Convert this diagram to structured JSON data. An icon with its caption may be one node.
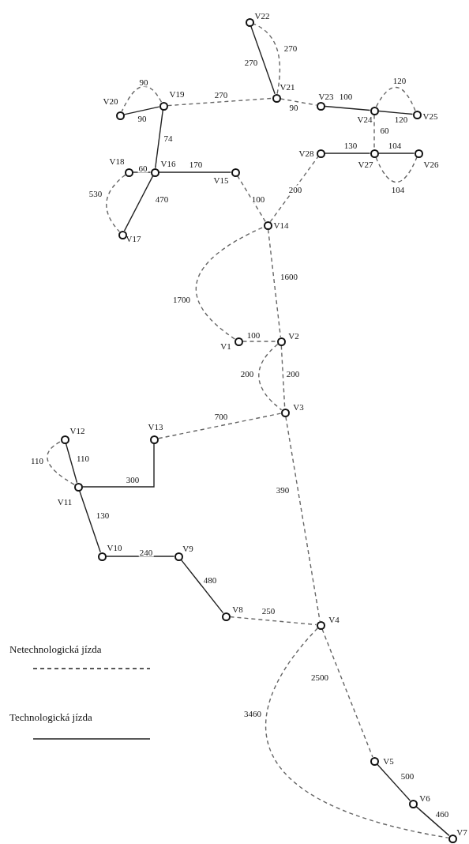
{
  "diagram": {
    "nodes": [
      {
        "text": [],
        "shape": "circle",
        "beside": [
          "V1"
        ]
      },
      {
        "text": [],
        "shape": "circle",
        "beside": [
          "V2"
        ]
      },
      {
        "text": [],
        "shape": "circle",
        "beside": [
          "V3"
        ]
      },
      {
        "text": [],
        "shape": "circle",
        "beside": [
          "V4"
        ]
      },
      {
        "text": [],
        "shape": "circle",
        "beside": [
          "V5"
        ]
      },
      {
        "text": [],
        "shape": "circle",
        "beside": [
          "V6"
        ]
      },
      {
        "text": [],
        "shape": "circle",
        "beside": [
          "V7"
        ]
      },
      {
        "text": [],
        "shape": "circle",
        "beside": [
          "V8"
        ]
      },
      {
        "text": [],
        "shape": "circle",
        "beside": [
          "V9"
        ]
      },
      {
        "text": [],
        "shape": "circle",
        "beside": [
          "V10"
        ]
      },
      {
        "text": [],
        "shape": "circle",
        "beside": [
          "V11"
        ]
      },
      {
        "text": [],
        "shape": "circle",
        "beside": [
          "V12"
        ]
      },
      {
        "text": [],
        "shape": "circle",
        "beside": [
          "V13"
        ]
      },
      {
        "text": [],
        "shape": "circle",
        "beside": [
          "V14"
        ]
      },
      {
        "text": [],
        "shape": "circle",
        "beside": [
          "V15"
        ]
      },
      {
        "text": [],
        "shape": "circle",
        "beside": [
          "V16"
        ]
      },
      {
        "text": [],
        "shape": "circle",
        "beside": [
          "V17"
        ]
      },
      {
        "text": [],
        "shape": "circle",
        "beside": [
          "V18"
        ]
      },
      {
        "text": [],
        "shape": "circle",
        "beside": [
          "V19"
        ]
      },
      {
        "text": [],
        "shape": "circle",
        "beside": [
          "V20"
        ]
      },
      {
        "text": [],
        "shape": "circle",
        "beside": [
          "V21"
        ]
      },
      {
        "text": [],
        "shape": "circle",
        "beside": [
          "V22"
        ]
      },
      {
        "text": [],
        "shape": "circle",
        "beside": [
          "V23"
        ]
      },
      {
        "text": [],
        "shape": "circle",
        "beside": [
          "V24"
        ]
      },
      {
        "text": [],
        "shape": "circle",
        "beside": [
          "V25"
        ]
      },
      {
        "text": [],
        "shape": "circle",
        "beside": [
          "V26"
        ]
      },
      {
        "text": [],
        "shape": "circle",
        "beside": [
          "V27"
        ]
      },
      {
        "text": [],
        "shape": "circle",
        "beside": [
          "V28"
        ]
      }
    ],
    "edges": [
      {
        "from": 0,
        "to": 1,
        "arrow": "none",
        "label": "100",
        "style": "dashed"
      },
      {
        "from": 0,
        "to": 13,
        "arrow": "none",
        "label": "1700",
        "style": "dashed"
      },
      {
        "from": 13,
        "to": 1,
        "arrow": "none",
        "label": "1600",
        "style": "dashed"
      },
      {
        "from": 1,
        "to": 2,
        "arrow": "none",
        "label": "200",
        "style": "dashed"
      },
      {
        "from": 1,
        "to": 2,
        "arrow": "none",
        "label": "200",
        "style": "dashed"
      },
      {
        "from": 2,
        "to": 12,
        "arrow": "none",
        "label": "700",
        "style": "dashed"
      },
      {
        "from": 2,
        "to": 3,
        "arrow": "none",
        "label": "390",
        "style": "dashed"
      },
      {
        "from": 10,
        "to": 12,
        "arrow": "none",
        "label": "300"
      },
      {
        "from": 10,
        "to": 11,
        "arrow": "none",
        "label": "110"
      },
      {
        "from": 10,
        "to": 11,
        "arrow": "none",
        "label": "110",
        "style": "dashed"
      },
      {
        "from": 10,
        "to": 9,
        "arrow": "none",
        "label": "130"
      },
      {
        "from": 9,
        "to": 8,
        "arrow": "none",
        "label": "240"
      },
      {
        "from": 8,
        "to": 7,
        "arrow": "none",
        "label": "480"
      },
      {
        "from": 7,
        "to": 3,
        "arrow": "none",
        "label": "250",
        "style": "dashed"
      },
      {
        "from": 3,
        "to": 4,
        "arrow": "none",
        "label": "2500",
        "style": "dashed"
      },
      {
        "from": 3,
        "to": 6,
        "arrow": "none",
        "label": "3460",
        "style": "dashed"
      },
      {
        "from": 4,
        "to": 5,
        "arrow": "none",
        "label": "500"
      },
      {
        "from": 5,
        "to": 6,
        "arrow": "none",
        "label": "460"
      },
      {
        "from": 13,
        "to": 14,
        "arrow": "none",
        "label": "100",
        "style": "dashed"
      },
      {
        "from": 13,
        "to": 27,
        "arrow": "none",
        "label": "200",
        "style": "dashed"
      },
      {
        "from": 14,
        "to": 15,
        "arrow": "none",
        "label": "170"
      },
      {
        "from": 15,
        "to": 17,
        "arrow": "none",
        "label": "60"
      },
      {
        "from": 17,
        "to": 16,
        "arrow": "none",
        "label": "530",
        "style": "dashed"
      },
      {
        "from": 15,
        "to": 16,
        "arrow": "none",
        "label": "470"
      },
      {
        "from": 15,
        "to": 18,
        "arrow": "none",
        "label": "74"
      },
      {
        "from": 18,
        "to": 19,
        "arrow": "none",
        "label": "90"
      },
      {
        "from": 18,
        "to": 19,
        "arrow": "none",
        "label": "90",
        "style": "dashed"
      },
      {
        "from": 18,
        "to": 20,
        "arrow": "none",
        "label": "270",
        "style": "dashed"
      },
      {
        "from": 20,
        "to": 21,
        "arrow": "none",
        "label": "270"
      },
      {
        "from": 20,
        "to": 21,
        "arrow": "none",
        "label": "270",
        "style": "dashed"
      },
      {
        "from": 20,
        "to": 22,
        "arrow": "none",
        "label": "90",
        "style": "dashed"
      },
      {
        "from": 22,
        "to": 23,
        "arrow": "none",
        "label": "100"
      },
      {
        "from": 23,
        "to": 24,
        "arrow": "none",
        "label": "120"
      },
      {
        "from": 23,
        "to": 24,
        "arrow": "none",
        "label": "120",
        "style": "dashed"
      },
      {
        "from": 23,
        "to": 26,
        "arrow": "none",
        "label": "60",
        "style": "dashed"
      },
      {
        "from": 27,
        "to": 26,
        "arrow": "none",
        "label": "130"
      },
      {
        "from": 26,
        "to": 25,
        "arrow": "none",
        "label": "104"
      },
      {
        "from": 26,
        "to": 25,
        "arrow": "none",
        "label": "104",
        "style": "dashed"
      }
    ],
    "legend": [
      {
        "text": "Netechnologická jízda"
      },
      {
        "text": "Technologická jízda"
      }
    ]
  }
}
